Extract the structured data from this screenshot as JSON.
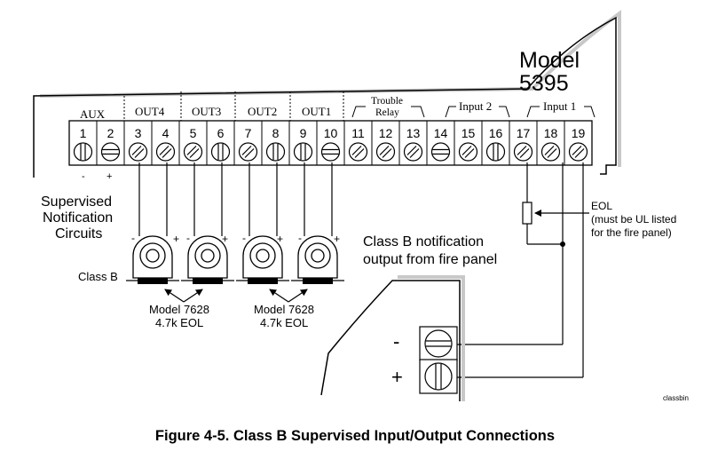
{
  "panel": {
    "model_line1": "Model",
    "model_line2": "5395",
    "groups": {
      "aux": "AUX",
      "out4": "OUT4",
      "out3": "OUT3",
      "out2": "OUT2",
      "out1": "OUT1",
      "trouble_relay_line1": "Trouble",
      "trouble_relay_line2": "Relay",
      "input2": "Input 2",
      "input1": "Input 1"
    },
    "terminals": [
      "1",
      "2",
      "3",
      "4",
      "5",
      "6",
      "7",
      "8",
      "9",
      "10",
      "11",
      "12",
      "13",
      "14",
      "15",
      "16",
      "17",
      "18",
      "19"
    ],
    "aux_minus": "-",
    "aux_plus": "+"
  },
  "labels": {
    "supervised_line1": "Supervised",
    "supervised_line2": "Notification",
    "supervised_line3": "Circuits",
    "class_b": "Class B",
    "model_7628_a_line1": "Model 7628",
    "model_7628_a_line2": "4.7k EOL",
    "model_7628_b_line1": "Model 7628",
    "model_7628_b_line2": "4.7k EOL",
    "notif_output_line1": "Class B notification",
    "notif_output_line2": "output from fire panel",
    "eol_line1": "EOL",
    "eol_line2": "(must be UL listed",
    "eol_line3": "for the fire panel)",
    "minus": "-",
    "plus": "+",
    "dev_minus": "-",
    "dev_plus": "+",
    "ref_tag": "classbin"
  },
  "caption": "Figure 4-5.  Class B Supervised Input/Output Connections"
}
